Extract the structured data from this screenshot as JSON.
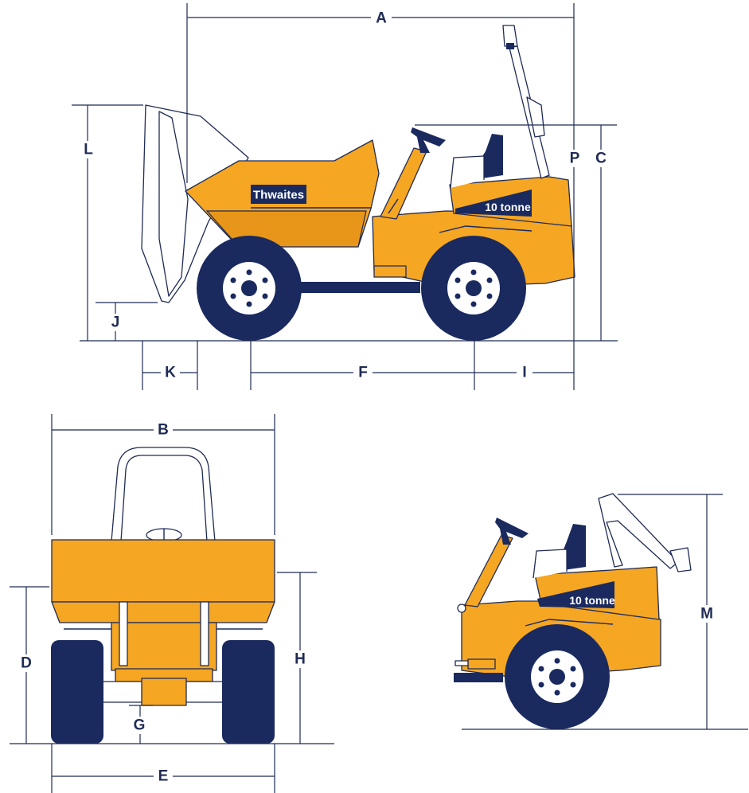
{
  "brand": "Thwaites",
  "model_badge": "10 tonne",
  "dimension_labels": {
    "A": "A",
    "B": "B",
    "C": "C",
    "D": "D",
    "E": "E",
    "F": "F",
    "G": "G",
    "H": "H",
    "I": "I",
    "J": "J",
    "K": "K",
    "L": "L",
    "M": "M",
    "P": "P"
  },
  "colors": {
    "body": "#f5a623",
    "navy": "#1a2a5e",
    "line": "#1f2b55"
  }
}
